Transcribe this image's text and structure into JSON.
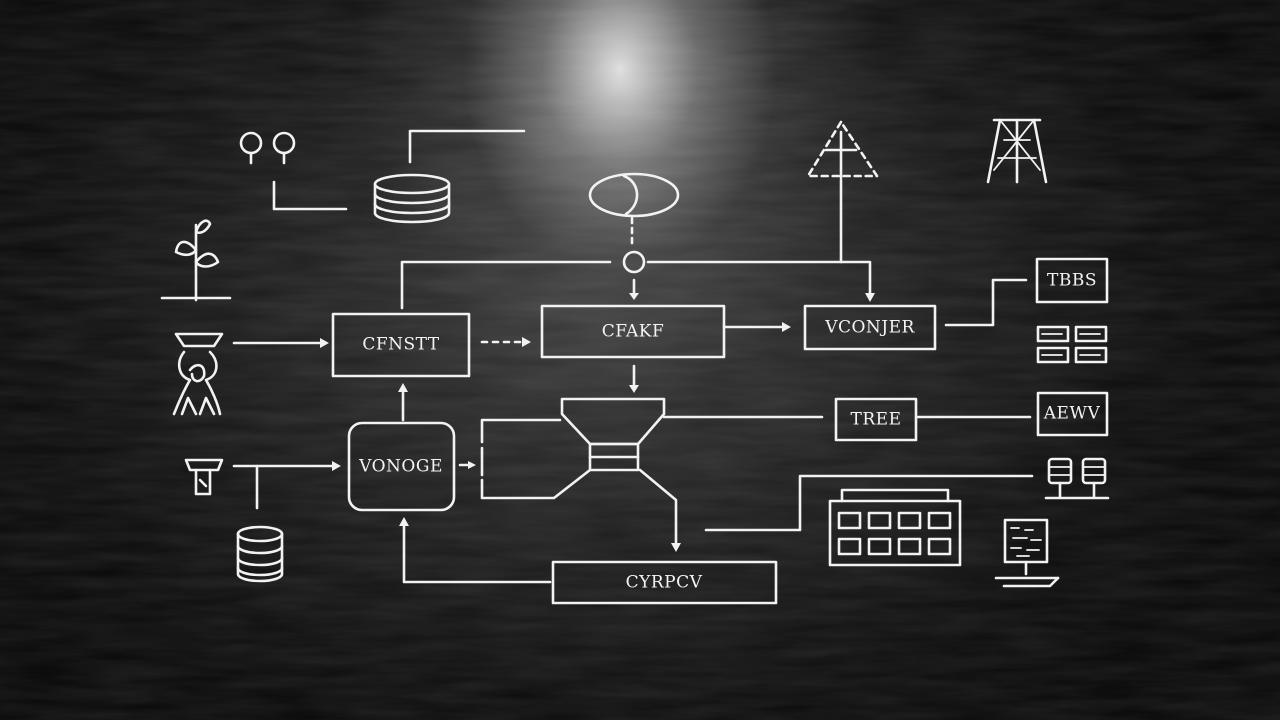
{
  "nodes": {
    "cfnstt": "CFNSTT",
    "cfakf": "CFAKF",
    "vconjer": "VCONJER",
    "vonoge": "VONOGE",
    "cyrpcv": "CYRPCV",
    "tree": "TREE",
    "tbbs": "TBBS",
    "aewv": "AEWV"
  },
  "icons": [
    "pin-pair-icon",
    "database-icon",
    "plant-icon",
    "person-icon",
    "sink-icon",
    "database-icon",
    "eye-icon",
    "triangle-antenna-icon",
    "tower-icon",
    "grid-panel-icon",
    "funnel-icon",
    "server-rack-icon",
    "building-grid-icon",
    "computer-terminal-icon"
  ],
  "colors": {
    "line": "#f2f2f2",
    "background": "#0b0b0b",
    "spotlight": "#ffffff"
  }
}
